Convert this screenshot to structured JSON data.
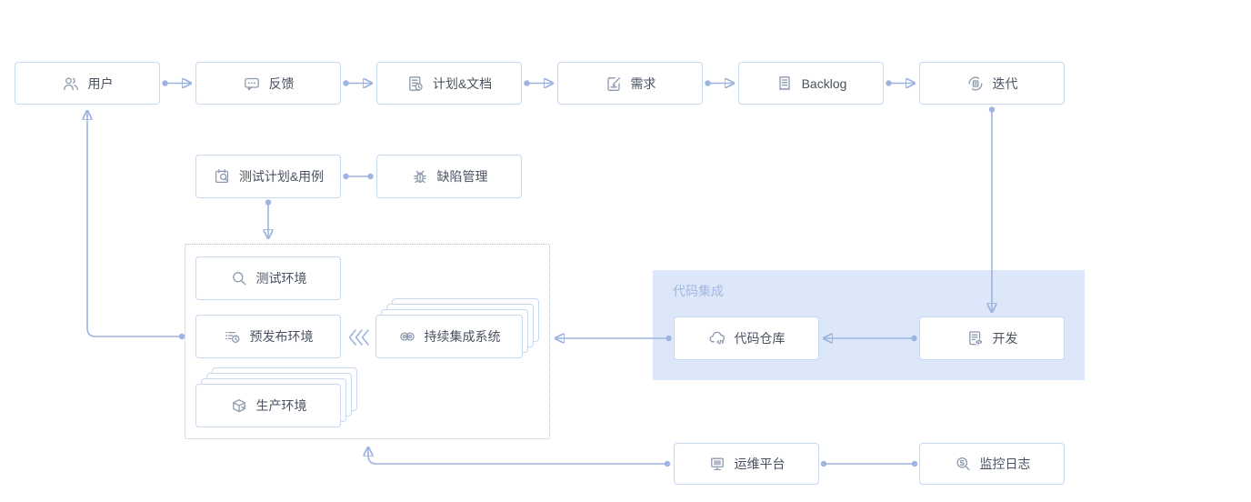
{
  "diagram": {
    "region": {
      "label": "代码集成"
    },
    "nodes": {
      "user": {
        "label": "用户",
        "icon": "users-icon"
      },
      "feedback": {
        "label": "反馈",
        "icon": "comment-dots-icon"
      },
      "plan_doc": {
        "label": "计划&文档",
        "icon": "document-clock-icon"
      },
      "requirement": {
        "label": "需求",
        "icon": "document-edit-icon"
      },
      "backlog": {
        "label": "Backlog",
        "icon": "receipt-list-icon"
      },
      "iteration": {
        "label": "迭代",
        "icon": "cycle-list-icon"
      },
      "test_plan": {
        "label": "测试计划&用例",
        "icon": "clipboard-search-icon"
      },
      "defect": {
        "label": "缺陷管理",
        "icon": "bug-icon"
      },
      "test_env": {
        "label": "测试环境",
        "icon": "magnifier-icon"
      },
      "staging_env": {
        "label": "预发布环境",
        "icon": "list-clock-icon"
      },
      "ci_system": {
        "label": "持续集成系统",
        "icon": "linked-circles-icon"
      },
      "prod_env": {
        "label": "生产环境",
        "icon": "package-check-icon"
      },
      "code_repo": {
        "label": "代码仓库",
        "icon": "cloud-code-icon"
      },
      "dev": {
        "label": "开发",
        "icon": "document-code-icon"
      },
      "ops_platform": {
        "label": "运维平台",
        "icon": "monitor-icon"
      },
      "monitor_log": {
        "label": "监控日志",
        "icon": "log-search-icon"
      }
    },
    "connections": [
      {
        "from": "user",
        "to": "feedback",
        "style": "dot-arrow"
      },
      {
        "from": "feedback",
        "to": "plan_doc",
        "style": "dot-arrow"
      },
      {
        "from": "plan_doc",
        "to": "requirement",
        "style": "dot-arrow"
      },
      {
        "from": "requirement",
        "to": "backlog",
        "style": "dot-arrow"
      },
      {
        "from": "backlog",
        "to": "iteration",
        "style": "dot-arrow"
      },
      {
        "from": "test_plan",
        "to": "defect",
        "style": "dot-dot"
      },
      {
        "from": "test_plan",
        "to": "environments_group",
        "style": "dot-arrow"
      },
      {
        "from": "iteration",
        "to": "dev",
        "style": "dot-arrow"
      },
      {
        "from": "dev",
        "to": "code_repo",
        "style": "dot-arrow"
      },
      {
        "from": "code_repo",
        "to": "environments_group",
        "style": "dot-arrow"
      },
      {
        "from": "environments_group",
        "to": "user",
        "style": "dot-arrow"
      },
      {
        "from": "ops_platform",
        "to": "environments_group",
        "style": "dot-arrow"
      },
      {
        "from": "ops_platform",
        "to": "monitor_log",
        "style": "dot-dot"
      },
      {
        "from": "ci_system",
        "to": "staging_env",
        "style": "triple-chevron"
      }
    ],
    "colors": {
      "box_border": "#c7d8f2",
      "label_text": "#4a5261",
      "icon_stroke": "#8d99af",
      "connector": "#9db3e2",
      "region_bg": "#dce8f9",
      "region_label_text": "#a2b8de",
      "dotted_border": "#b4c0d0"
    }
  }
}
